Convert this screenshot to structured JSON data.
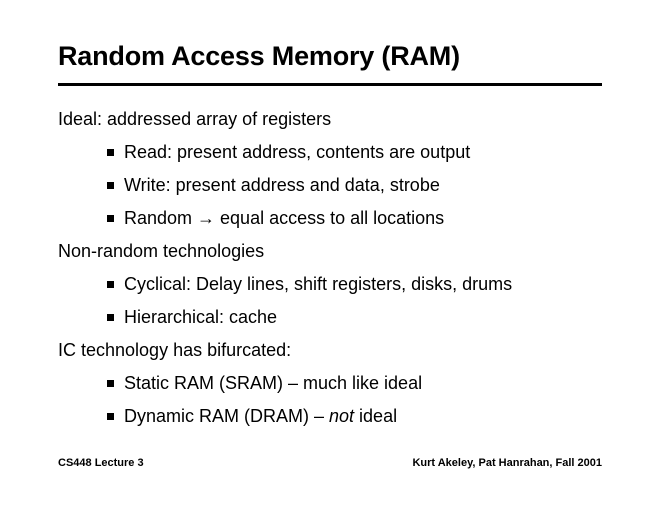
{
  "slide": {
    "title": "Random Access Memory (RAM)",
    "bullets": [
      {
        "level": 1,
        "marker": "none",
        "text": "Ideal: addressed array of registers"
      },
      {
        "level": 2,
        "marker": "square-bullet",
        "text": "Read: present address, contents are output"
      },
      {
        "level": 2,
        "marker": "square-bullet",
        "text": "Write: present address and data, strobe"
      },
      {
        "level": 2,
        "marker": "square-bullet",
        "text": "Random → equal access to all locations"
      },
      {
        "level": 1,
        "marker": "none",
        "text": "Non-random technologies"
      },
      {
        "level": 2,
        "marker": "square-bullet",
        "text": "Cyclical: Delay lines, shift registers, disks, drums"
      },
      {
        "level": 2,
        "marker": "square-bullet",
        "text": "Hierarchical: cache"
      },
      {
        "level": 1,
        "marker": "none",
        "text": "IC technology has bifurcated:"
      },
      {
        "level": 2,
        "marker": "square-bullet",
        "text": "Static RAM (SRAM) – much like ideal"
      },
      {
        "level": 2,
        "marker": "square-bullet",
        "text": "Dynamic RAM (DRAM) – not ideal",
        "emphasis": "not"
      }
    ],
    "footer": {
      "left": "CS448 Lecture 3",
      "right": "Kurt Akeley, Pat Hanrahan, Fall 2001"
    },
    "colors": {
      "background": "#ffffff",
      "text": "#000000",
      "rule": "#000000"
    }
  }
}
